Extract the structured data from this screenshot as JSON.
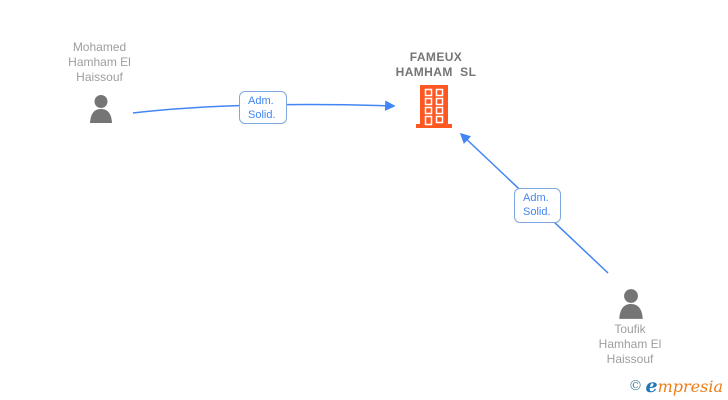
{
  "canvas": {
    "background": "#ffffff"
  },
  "colors": {
    "person_icon": "#757575",
    "person_label_text": "#9e9e9e",
    "company_label_text": "#757575",
    "company_icon": "#ff5722",
    "arrow": "#4285f4",
    "edge_label_text": "#4285f4",
    "edge_label_border": "#7fa8e0",
    "logo_copyright": "#4d87a1",
    "logo_initial": "#1b77b8",
    "logo_rest": "#ee7d18"
  },
  "nodes": {
    "person_left": {
      "line1": "Mohamed",
      "line2": "Hamham El",
      "line3": "Haissouf",
      "icon": "person-icon"
    },
    "company": {
      "line1": "FAMEUX",
      "line2": "HAMHAM  SL",
      "icon": "building-icon"
    },
    "person_right": {
      "line1": "Toufik",
      "line2": "Hamham El",
      "line3": "Haissouf",
      "icon": "person-icon"
    }
  },
  "edges": {
    "left_to_company": {
      "label_line1": "Adm.",
      "label_line2": "Solid."
    },
    "right_to_company": {
      "label_line1": "Adm.",
      "label_line2": "Solid."
    }
  },
  "footer": {
    "copyright_symbol": "©",
    "brand_initial": "e",
    "brand_rest": "mpresia"
  }
}
